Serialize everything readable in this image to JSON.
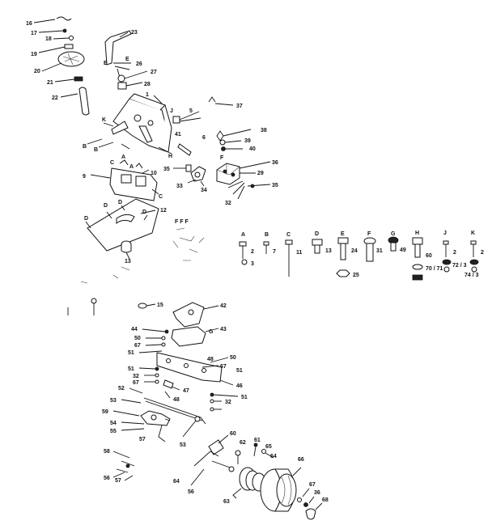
{
  "callouts": {
    "n15": "15",
    "n16": "16",
    "n17": "17",
    "n18": "18",
    "n19": "19",
    "n20": "20",
    "n21": "21",
    "n22": "22",
    "n23": "23",
    "n26": "26",
    "n27": "27",
    "n28": "28",
    "n1": "1",
    "n5": "5",
    "n37": "37",
    "n38": "38",
    "n39": "39",
    "n40": "40",
    "n41": "41",
    "n36": "36",
    "n29": "29",
    "n35a": "35",
    "n35b": "35",
    "n33": "33",
    "n34": "34",
    "n32": "32",
    "n9": "9",
    "n10": "10",
    "n12": "12",
    "n13": "13",
    "n42": "42",
    "n43": "43",
    "n44": "44",
    "n50a": "50",
    "n50b": "50",
    "n67a": "67",
    "n67b": "67",
    "n67c": "67",
    "n51a": "51",
    "n51b": "51",
    "n51c": "51",
    "n51d": "51",
    "n32b": "32",
    "n32c": "32",
    "n47": "47",
    "n48a": "48",
    "n48b": "48",
    "n46": "46",
    "n52": "52",
    "n53a": "53",
    "n53b": "53",
    "n59": "59",
    "n54": "54",
    "n55": "55",
    "n56a": "56",
    "n56b": "56",
    "n57a": "57",
    "n57b": "57",
    "n58": "58",
    "n60": "60",
    "n61": "61",
    "n62": "62",
    "n63": "63",
    "n64a": "64",
    "n64b": "64",
    "n65": "65",
    "n66": "66",
    "n68": "68",
    "n6": "6"
  },
  "letters": {
    "E1": "E",
    "E2": "E",
    "K": "K",
    "J": "J",
    "B1": "B",
    "B2": "B",
    "H": "H",
    "F": "F",
    "A1": "A",
    "A2": "A",
    "C1": "C",
    "C2": "C",
    "D1": "D",
    "D2": "D",
    "D3": "D",
    "D4": "D",
    "FFF": "F F F",
    "G": "G"
  },
  "hardware_table": [
    {
      "letter": "A",
      "num": "2",
      "sub": "3"
    },
    {
      "letter": "B",
      "num": "7",
      "sub": ""
    },
    {
      "letter": "C",
      "num": "11",
      "sub": ""
    },
    {
      "letter": "D",
      "num": "13",
      "sub": ""
    },
    {
      "letter": "E",
      "num": "24",
      "sub": "25"
    },
    {
      "letter": "F",
      "num": "31",
      "sub": ""
    },
    {
      "letter": "G",
      "num": "49",
      "sub": ""
    },
    {
      "letter": "H",
      "num": "60",
      "sub": "70 / 71"
    },
    {
      "letter": "J",
      "num": "2",
      "sub": "72 / 3"
    },
    {
      "letter": "K",
      "num": "2",
      "sub": "74 / 3"
    }
  ]
}
